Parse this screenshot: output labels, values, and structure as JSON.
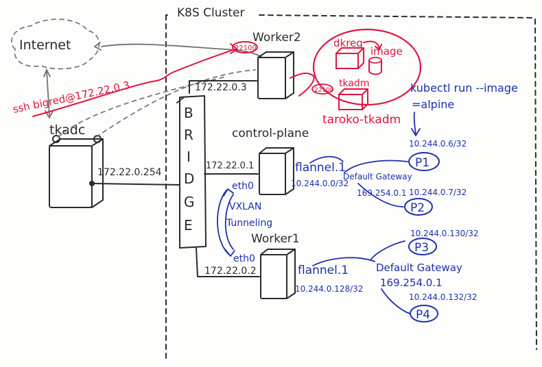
{
  "cluster": {
    "label": "K8S Cluster"
  },
  "internet": {
    "label": "Internet"
  },
  "tkadc": {
    "label": "tkadc",
    "ip": "172.22.0.254"
  },
  "ssh": {
    "label": "ssh bigred@172.22.0.3"
  },
  "bridge": {
    "letters": [
      "B",
      "R",
      "I",
      "D",
      "G",
      "E"
    ]
  },
  "worker2": {
    "label": "Worker2",
    "ip": "172.22.0.3",
    "port": "22100"
  },
  "control_plane": {
    "label": "control-plane",
    "ip": "172.22.0.1",
    "eth": "eth0"
  },
  "worker1": {
    "label": "Worker1",
    "ip": "172.22.0.2",
    "eth": "eth0"
  },
  "vxlan": {
    "line1": "VXLAN",
    "line2": "Tunneling"
  },
  "taroko": {
    "label": "taroko-tkadm",
    "dkreg": "dkreg",
    "image": "image",
    "tkadm": "tkadm",
    "port": "22100"
  },
  "kubectl": {
    "line1": "kubectl run --image",
    "line2": "=alpine"
  },
  "flannel_cp": {
    "name": "flannel.1",
    "subnet": "10.244.0.0/32"
  },
  "flannel_w1": {
    "name": "flannel.1",
    "subnet": "10.244.0.128/32"
  },
  "gateway_cp": {
    "label": "Default Gateway",
    "ip": "169.254.0.1"
  },
  "gateway_w1": {
    "label": "Default Gateway",
    "ip": "169.254.0.1"
  },
  "pods": {
    "p1": {
      "label": "P1",
      "ip": "10.244.0.6/32"
    },
    "p2": {
      "label": "P2",
      "ip": "10.244.0.7/32"
    },
    "p3": {
      "label": "P3",
      "ip": "10.244.0.130/32"
    },
    "p4": {
      "label": "P4",
      "ip": "10.244.0.132/32"
    }
  },
  "colors": {
    "ink": "#2a2a2a",
    "red": "#e01440",
    "blue": "#1d2fb0"
  }
}
